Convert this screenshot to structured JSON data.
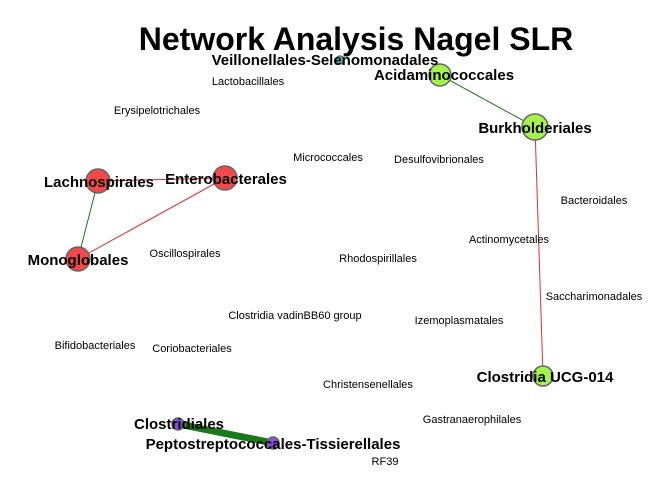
{
  "title": "Network Analysis Nagel SLR",
  "colors": {
    "cluster_red": "#F24A4A",
    "cluster_green": "#A4F24A",
    "cluster_purple": "#8A4FE0",
    "cluster_teal": "#38C8C0",
    "node_border": "#666666",
    "edge_positive": "#1A7A1A",
    "edge_negative": "#E03030"
  },
  "nodes": [
    {
      "id": "veillonellales",
      "label": "Veillonellales-Selenomonadales",
      "highlighted": true,
      "cluster": "teal"
    },
    {
      "id": "acidaminococcales",
      "label": "Acidaminococcales",
      "highlighted": true,
      "cluster": "green"
    },
    {
      "id": "burkholderiales",
      "label": "Burkholderiales",
      "highlighted": true,
      "cluster": "green"
    },
    {
      "id": "clostridia-ucg-014",
      "label": "Clostridia UCG-014",
      "highlighted": true,
      "cluster": "green"
    },
    {
      "id": "lachnospirales",
      "label": "Lachnospirales",
      "highlighted": true,
      "cluster": "red"
    },
    {
      "id": "enterobacterales",
      "label": "Enterobacterales",
      "highlighted": true,
      "cluster": "red"
    },
    {
      "id": "monoglobales",
      "label": "Monoglobales",
      "highlighted": true,
      "cluster": "red"
    },
    {
      "id": "clostridiales",
      "label": "Clostridiales",
      "highlighted": true,
      "cluster": "purple"
    },
    {
      "id": "peptostreptococcales",
      "label": "Peptostreptococcales-Tissierellales",
      "highlighted": true,
      "cluster": "purple"
    },
    {
      "id": "lactobacillales",
      "label": "Lactobacillales",
      "highlighted": false
    },
    {
      "id": "erysipelotrichales",
      "label": "Erysipelotrichales",
      "highlighted": false
    },
    {
      "id": "micrococcales",
      "label": "Micrococcales",
      "highlighted": false
    },
    {
      "id": "desulfovibrionales",
      "label": "Desulfovibrionales",
      "highlighted": false
    },
    {
      "id": "bacteroidales",
      "label": "Bacteroidales",
      "highlighted": false
    },
    {
      "id": "actinomycetales",
      "label": "Actinomycetales",
      "highlighted": false
    },
    {
      "id": "oscillospirales",
      "label": "Oscillospirales",
      "highlighted": false
    },
    {
      "id": "rhodospirillales",
      "label": "Rhodospirillales",
      "highlighted": false
    },
    {
      "id": "saccharimonadales",
      "label": "Saccharimonadales",
      "highlighted": false
    },
    {
      "id": "clostridia-vadinbb60",
      "label": "Clostridia vadinBB60 group",
      "highlighted": false
    },
    {
      "id": "izemoplasmatales",
      "label": "Izemoplasmatales",
      "highlighted": false
    },
    {
      "id": "bifidobacteriales",
      "label": "Bifidobacteriales",
      "highlighted": false
    },
    {
      "id": "coriobacteriales",
      "label": "Coriobacteriales",
      "highlighted": false
    },
    {
      "id": "christensenellales",
      "label": "Christensenellales",
      "highlighted": false
    },
    {
      "id": "gastranaerophilales",
      "label": "Gastranaerophilales",
      "highlighted": false
    },
    {
      "id": "rf39",
      "label": "RF39",
      "highlighted": false
    }
  ],
  "edges": [
    {
      "source": "acidaminococcales",
      "target": "burkholderiales",
      "sign": "positive",
      "strength": "weak"
    },
    {
      "source": "burkholderiales",
      "target": "clostridia-ucg-014",
      "sign": "negative",
      "strength": "weak"
    },
    {
      "source": "lachnospirales",
      "target": "monoglobales",
      "sign": "positive",
      "strength": "weak"
    },
    {
      "source": "enterobacterales",
      "target": "monoglobales",
      "sign": "negative",
      "strength": "weak"
    },
    {
      "source": "lachnospirales",
      "target": "enterobacterales",
      "sign": "negative",
      "strength": "weak"
    },
    {
      "source": "clostridiales",
      "target": "peptostreptococcales",
      "sign": "positive",
      "strength": "strong"
    }
  ]
}
